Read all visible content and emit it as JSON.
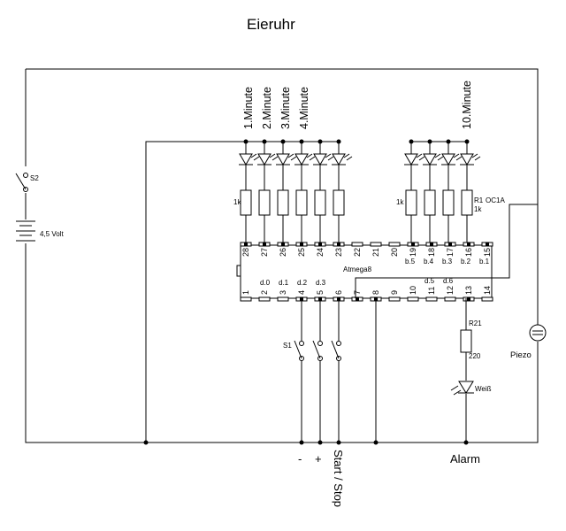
{
  "title": "Eieruhr",
  "switch_s2": "S2",
  "battery": "4,5 Volt",
  "minutes": {
    "m1": "1.Minute",
    "m2": "2.Minute",
    "m3": "3.Minute",
    "m4": "4.Minute",
    "m10": "10.Minute"
  },
  "resistor_left": "1k",
  "resistor_right": "1k",
  "r1_label": "R1",
  "r1_value": "1k",
  "oc1a": "OC1A",
  "chip": "Atmega8",
  "top_pins": [
    "28",
    "27",
    "26",
    "25",
    "24",
    "23",
    "22",
    "21",
    "20",
    "19",
    "18",
    "17",
    "16",
    "15"
  ],
  "bottom_pins": [
    "1",
    "2",
    "3",
    "4",
    "5",
    "6",
    "7",
    "8",
    "9",
    "10",
    "11",
    "12",
    "13",
    "14"
  ],
  "port_labels_top": [
    "b.5",
    "b.4",
    "b.3",
    "b.2",
    "b.1"
  ],
  "port_labels_bottom": [
    "d.0",
    "d.1",
    "d.2",
    "d.3",
    "d.5",
    "d.6"
  ],
  "s1": "S1",
  "r21": "R21",
  "r21_value": "220",
  "led_white": "Weiß",
  "piezo": "Piezo",
  "minus": "-",
  "plus": "+",
  "start_stop": "Start / Stop",
  "alarm": "Alarm"
}
